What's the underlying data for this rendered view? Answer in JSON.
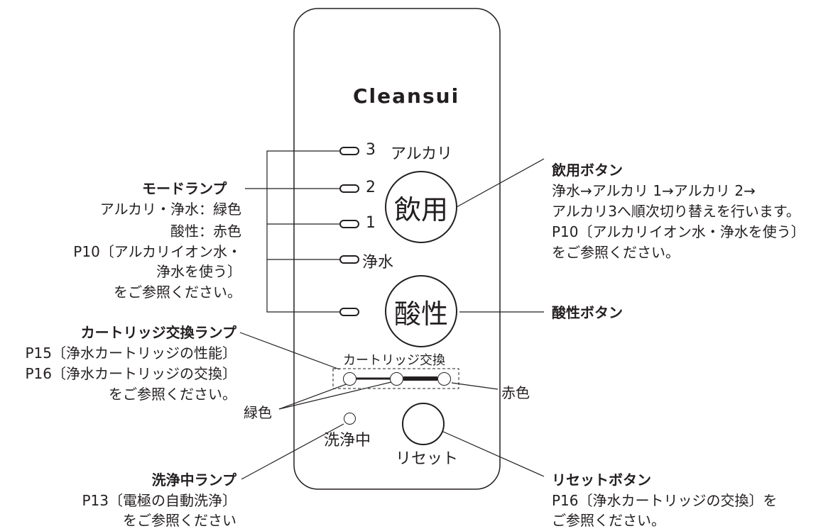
{
  "panel": {
    "logo": "Cleansui",
    "lamp_labels": {
      "l3_num": "3",
      "l3_text": "アルカリ",
      "l2": "2",
      "l1": "1",
      "pure": "浄水"
    },
    "drink_button": "飲用",
    "acid_button": "酸性",
    "cartridge_label": "カートリッジ交換",
    "washing_label": "洗浄中",
    "reset_label": "リセット"
  },
  "annotations": {
    "mode_lamp": {
      "title": "モードランプ",
      "lines": [
        "アルカリ・浄水：緑色",
        "酸性：赤色",
        "P10〔アルカリイオン水・",
        "浄水を使う〕",
        "をご参照ください。"
      ]
    },
    "cartridge_lamp": {
      "title": "カートリッジ交換ランプ",
      "lines": [
        "P15〔浄水カートリッジの性能〕",
        "P16〔浄水カートリッジの交換〕",
        "をご参照ください。"
      ]
    },
    "green": "緑色",
    "red": "赤色",
    "washing_lamp": {
      "title": "洗浄中ランプ",
      "lines": [
        "P13〔電極の自動洗浄〕",
        "をご参照ください"
      ]
    },
    "drink_button": {
      "title": "飲用ボタン",
      "lines": [
        "浄水→アルカリ 1→アルカリ 2→",
        "アルカリ3へ順次切り替えを行います。",
        "P10〔アルカリイオン水・浄水を使う〕",
        "をご参照ください。"
      ]
    },
    "acid_button": {
      "title": "酸性ボタン"
    },
    "reset_button": {
      "title": "リセットボタン",
      "lines": [
        "P16〔浄水カートリッジの交換〕を",
        "ご参照ください。"
      ]
    }
  }
}
